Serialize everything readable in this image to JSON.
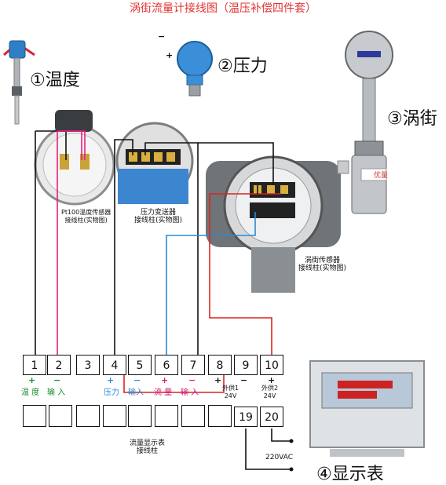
{
  "title": "涡街流量计接线图（温压补偿四件套）",
  "sensors": {
    "temperature": "①温度",
    "pressure": "②压力",
    "vortex": "③涡街",
    "display": "④显示表"
  },
  "captions": {
    "pt100_line1": "Pt100温度传感器",
    "pt100_line2": "接线柱(实物图)",
    "pressure_line1": "压力变送器",
    "pressure_line2": "接线柱(实物图)",
    "vortex_line1": "涡街传感器",
    "vortex_line2": "接线柱(实物图)",
    "display_line1": "流量显示表",
    "display_line2": "接线柱",
    "supply1_line1": "外供1",
    "supply1_line2": "24V",
    "supply2_line1": "外供2",
    "supply2_line2": "24V",
    "mains": "220VAC",
    "vortex_tag": "优量"
  },
  "terminals": [
    "1",
    "2",
    "3",
    "4",
    "5",
    "6",
    "7",
    "8",
    "9",
    "10"
  ],
  "bottom_terminals": [
    "19",
    "20"
  ],
  "signs": {
    "t1": "+",
    "t2": "−",
    "t4": "+",
    "t5": "−",
    "t6": "+",
    "t7": "−",
    "t8": "+",
    "t9": "−",
    "t10": "+",
    "pressure_plus": "+",
    "pressure_minus": "−"
  },
  "channel_labels": {
    "temp": "温 度",
    "temp_in": "输 入",
    "pressure": "压力",
    "pressure_in": "输入",
    "flow": "流 量",
    "flow_in": "输 入"
  },
  "colors": {
    "title": "#e23232",
    "wire_black": "#111111",
    "wire_pink": "#e6207f",
    "wire_blue": "#2a8ad6",
    "wire_red": "#d8261e",
    "label_green": "#1a8a2c",
    "label_blue": "#2a8ad6",
    "label_pink": "#d0207a"
  }
}
